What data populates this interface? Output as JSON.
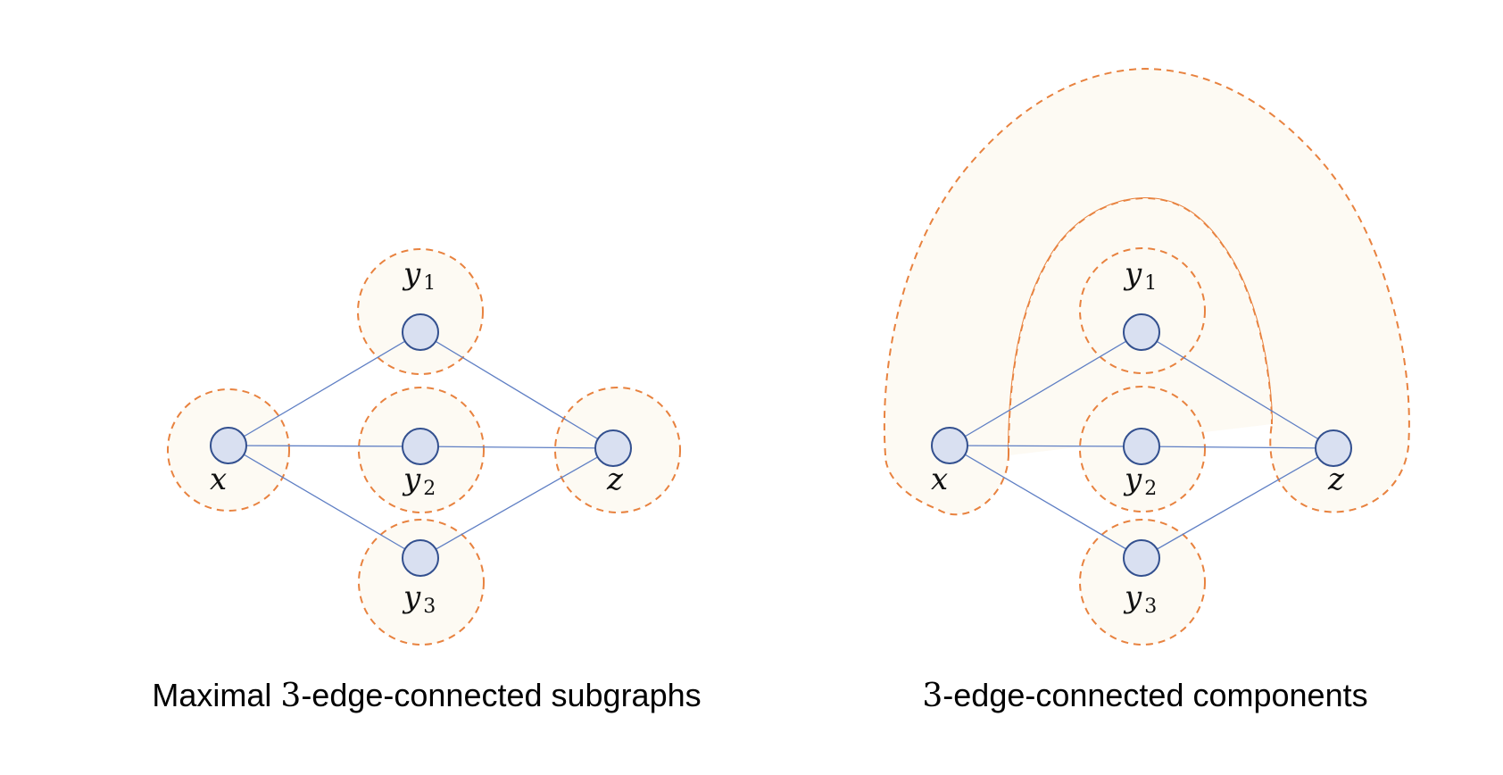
{
  "left_panel": {
    "caption_prefix": "Maximal ",
    "caption_number": "3",
    "caption_suffix": "-edge-connected subgraphs",
    "labels": {
      "x": "x",
      "y": "y",
      "z": "z",
      "sub1": "1",
      "sub2": "2",
      "sub3": "3"
    }
  },
  "right_panel": {
    "caption_number": "3",
    "caption_suffix": "-edge-connected components",
    "labels": {
      "x": "x",
      "y": "y",
      "z": "z",
      "sub1": "1",
      "sub2": "2",
      "sub3": "3"
    }
  },
  "colors": {
    "region_stroke": "#e8823f",
    "region_fill": "#fdfaf3",
    "edge": "#5f7fc4",
    "node_fill": "#d9e0f1",
    "node_stroke": "#33508f"
  }
}
